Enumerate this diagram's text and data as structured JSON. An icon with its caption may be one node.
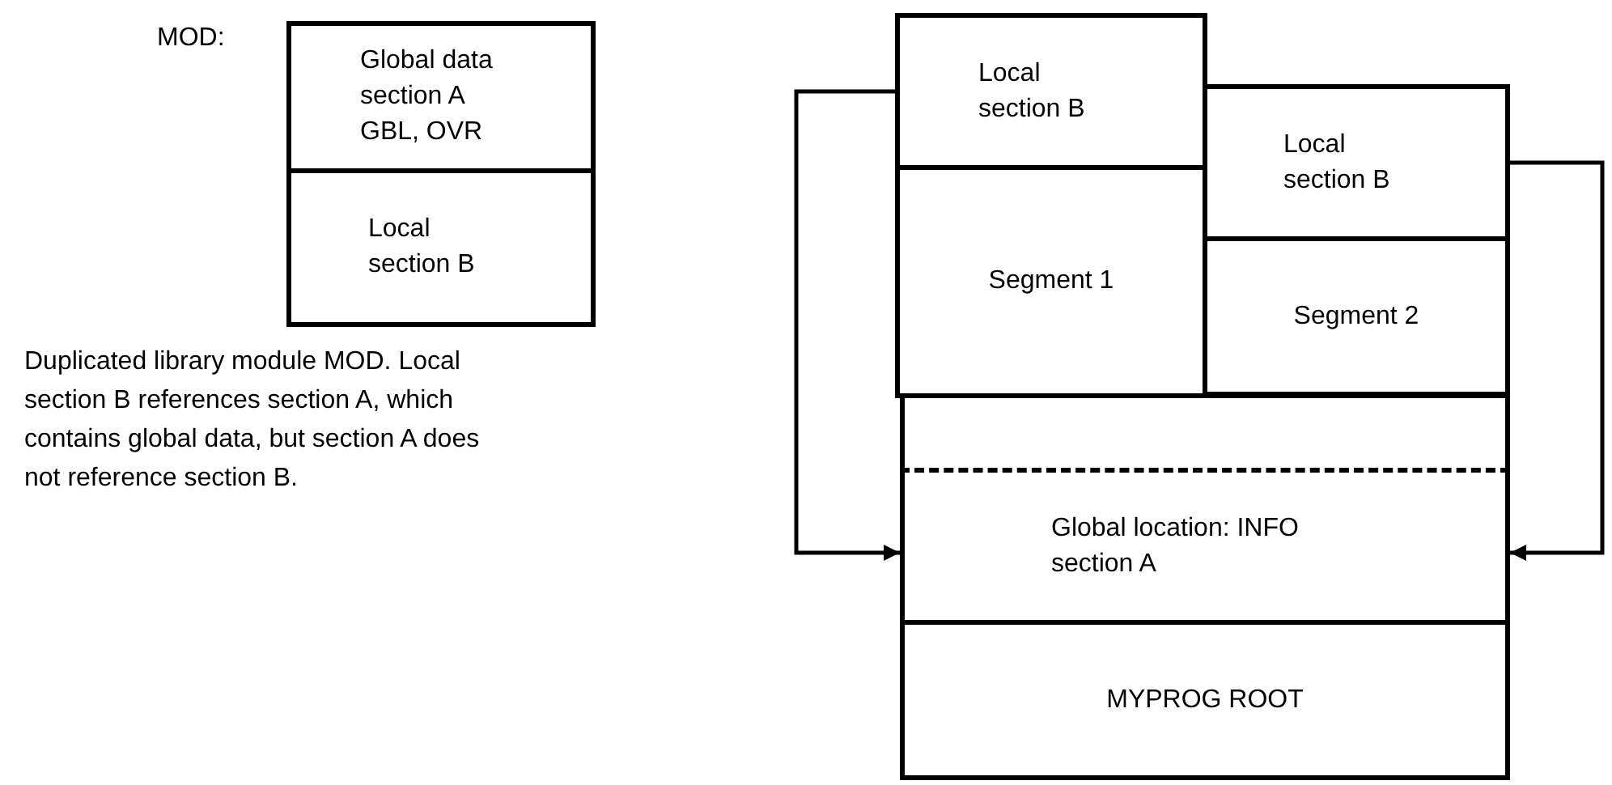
{
  "diagram": {
    "nodes": [
      {
        "text": [
          "Global data section A GBL, OVR"
        ]
      },
      {
        "text": [
          "Local section B"
        ]
      },
      {
        "text": [
          "Local section B"
        ]
      },
      {
        "text": [
          "Segment 1"
        ]
      },
      {
        "text": [
          "Local section B"
        ]
      },
      {
        "text": [
          "Segment 2"
        ]
      },
      {
        "text": [],
        "shape": "box"
      },
      {
        "text": [
          "Global location: INFO section A"
        ]
      },
      {
        "text": [
          "MYPROG ROOT"
        ]
      }
    ],
    "edges": [
      {
        "from": 2,
        "to": 7,
        "arrow": "to"
      },
      {
        "from": 4,
        "to": 7,
        "arrow": "to"
      }
    ],
    "labels": [
      "MOD:",
      "Duplicated library module MOD. Local section B references section A, which contains global data, but section A does not reference section B."
    ]
  }
}
